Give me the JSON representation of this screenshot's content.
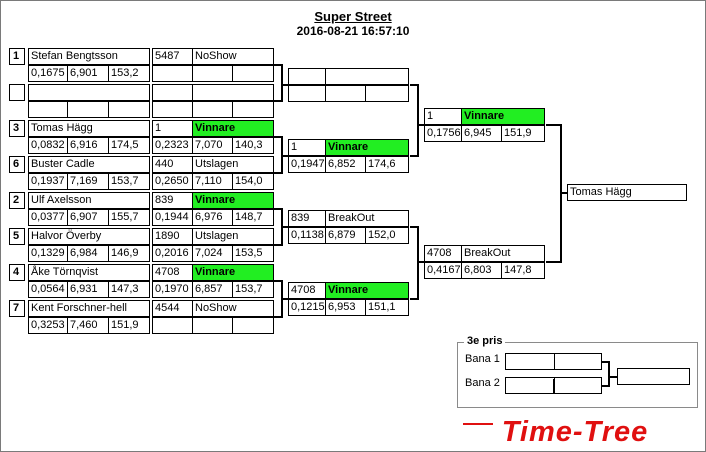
{
  "header": {
    "title": "Super Street",
    "datetime": "2016-08-21 16:57:10"
  },
  "round1": [
    {
      "seed": "1",
      "name": "Stefan Bengtsson",
      "rt": "0,1675",
      "et": "6,901",
      "speed": "153,2",
      "opp_no": "5487",
      "opp_status": "NoShow",
      "opp_rt": "",
      "opp_et": "",
      "opp_speed": ""
    },
    {
      "seed": "",
      "name": "",
      "rt": "",
      "et": "",
      "speed": "",
      "opp_no": "",
      "opp_status": "",
      "opp_rt": "",
      "opp_et": "",
      "opp_speed": ""
    },
    {
      "seed": "3",
      "name": "Tomas Hägg",
      "rt": "0,0832",
      "et": "6,916",
      "speed": "174,5",
      "opp_no": "1",
      "opp_status": "Vinnare",
      "opp_rt": "0,2323",
      "opp_et": "7,070",
      "opp_speed": "140,3"
    },
    {
      "seed": "6",
      "name": "Buster Cadle",
      "rt": "0,1937",
      "et": "7,169",
      "speed": "153,7",
      "opp_no": "440",
      "opp_status": "Utslagen",
      "opp_rt": "0,2650",
      "opp_et": "7,110",
      "opp_speed": "154,0"
    },
    {
      "seed": "2",
      "name": "Ulf Axelsson",
      "rt": "0,0377",
      "et": "6,907",
      "speed": "155,7",
      "opp_no": "839",
      "opp_status": "Vinnare",
      "opp_rt": "0,1944",
      "opp_et": "6,976",
      "opp_speed": "148,7"
    },
    {
      "seed": "5",
      "name": "Halvor Överby",
      "rt": "0,1329",
      "et": "6,984",
      "speed": "146,9",
      "opp_no": "1890",
      "opp_status": "Utslagen",
      "opp_rt": "0,2016",
      "opp_et": "7,024",
      "opp_speed": "153,5"
    },
    {
      "seed": "4",
      "name": "Åke Törnqvist",
      "rt": "0,0564",
      "et": "6,931",
      "speed": "147,3",
      "opp_no": "4708",
      "opp_status": "Vinnare",
      "opp_rt": "0,1970",
      "opp_et": "6,857",
      "opp_speed": "153,7"
    },
    {
      "seed": "7",
      "name": "Kent Forschner-hell",
      "rt": "0,3253",
      "et": "7,460",
      "speed": "151,9",
      "opp_no": "4544",
      "opp_status": "NoShow",
      "opp_rt": "",
      "opp_et": "",
      "opp_speed": ""
    }
  ],
  "round2": [
    {
      "no": "",
      "status": "",
      "rt": "",
      "et": "",
      "speed": ""
    },
    {
      "no": "1",
      "status": "Vinnare",
      "rt": "0,1947",
      "et": "6,852",
      "speed": "174,6"
    },
    {
      "no": "839",
      "status": "BreakOut",
      "rt": "0,1138",
      "et": "6,879",
      "speed": "152,0"
    },
    {
      "no": "4708",
      "status": "Vinnare",
      "rt": "0,1215",
      "et": "6,953",
      "speed": "151,1"
    }
  ],
  "round3": [
    {
      "no": "1",
      "status": "Vinnare",
      "rt": "0,1756",
      "et": "6,945",
      "speed": "151,9"
    },
    {
      "no": "4708",
      "status": "BreakOut",
      "rt": "0,4167",
      "et": "6,803",
      "speed": "147,8"
    }
  ],
  "final": {
    "winner": "Tomas Hägg"
  },
  "third_place": {
    "title": "3e pris",
    "lane1_label": "Bana 1",
    "lane2_label": "Bana 2",
    "lane1_a": "",
    "lane1_b": "",
    "lane2_a": "",
    "lane2_b": "",
    "result": ""
  },
  "logo": {
    "text": "Time-Tree"
  },
  "colors": {
    "winner_fill": "#22ee22",
    "logo_red": "#e01010"
  }
}
